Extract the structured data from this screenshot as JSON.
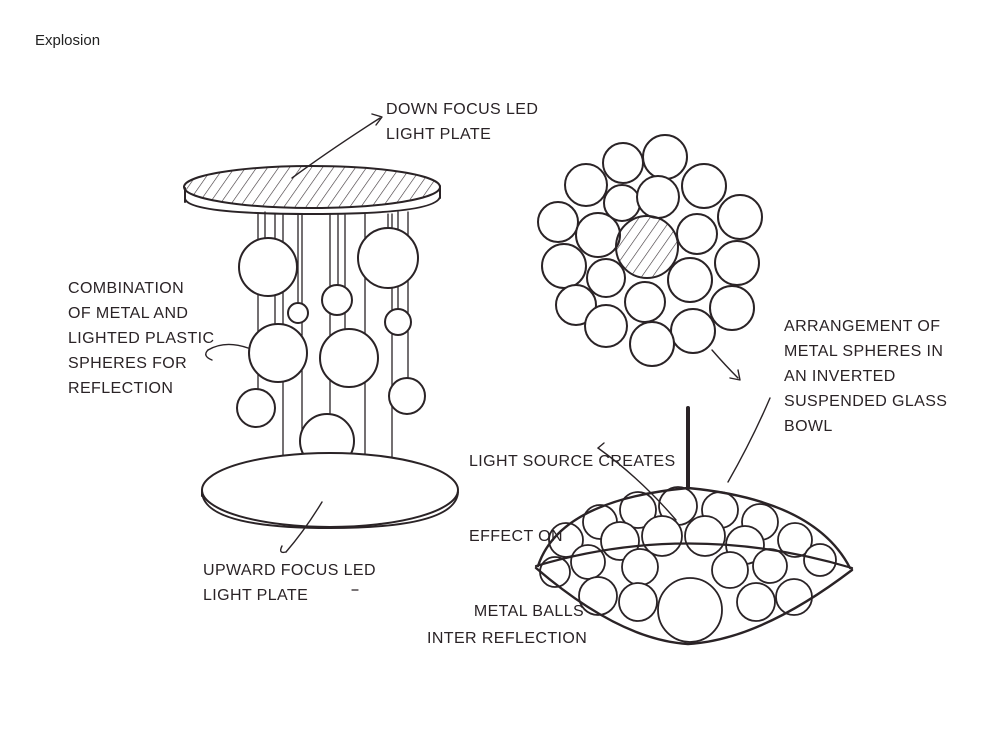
{
  "title": "Explosion",
  "labels": {
    "down_focus": [
      "DOWN FOCUS LED",
      "LIGHT PLATE"
    ],
    "combination": [
      "COMBINATION",
      "OF METAL AND",
      "LIGHTED PLASTIC",
      "SPHERES FOR",
      "REFLECTION"
    ],
    "upward_focus": [
      "UPWARD FOCUS LED",
      "LIGHT PLATE"
    ],
    "arrangement": [
      "ARRANGEMENT OF",
      "METAL SPHERES IN",
      "AN INVERTED",
      "SUSPENDED GLASS",
      "BOWL"
    ],
    "light_source": [
      "LIGHT SOURCE CREATES",
      "EFFECT ON",
      " METAL BALLS"
    ],
    "inter_reflection": [
      "INTER REFLECTION"
    ]
  },
  "colors": {
    "ink": "#2a2326"
  }
}
